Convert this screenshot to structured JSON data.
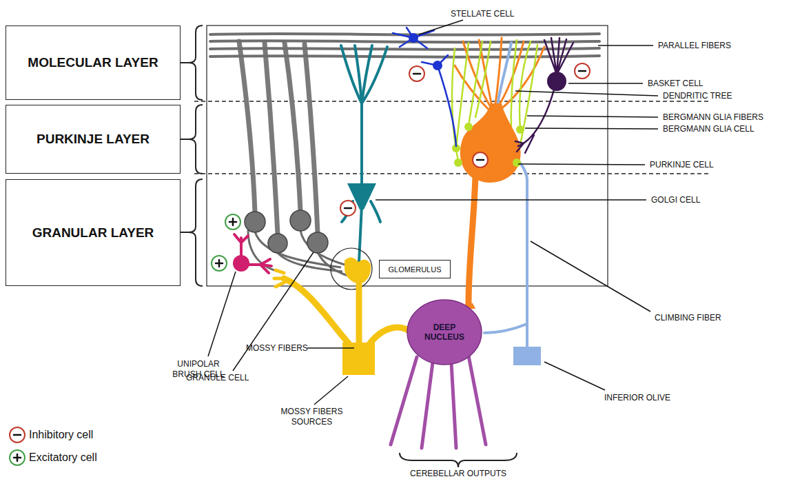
{
  "diagram": {
    "nodes": [
      {
        "text": [
          "MOLECULAR LAYER"
        ]
      },
      {
        "text": [
          "PURKINJE LAYER"
        ]
      },
      {
        "text": [
          "GRANULAR LAYER"
        ]
      },
      {
        "text": [
          "GLOMERULUS"
        ]
      },
      {
        "text": [
          "DEEP NUCLEUS"
        ]
      }
    ],
    "labels": [
      "STELLATE CELL",
      "PARALLEL FIBERS",
      "BASKET CELL",
      "DENDRITIC TREE",
      "BERGMANN GLIA FIBERS",
      "BERGMANN GLIA CELL",
      "PURKINJE CELL",
      "GOLGI CELL",
      "UNIPOLAR BRUSH CELL",
      "MOSSY FIBERS",
      "CLIMBING FIBER",
      "GRANULE CELL",
      "MOSSY FIBERS SOURCES",
      "INFERIOR OLIVE",
      "CEREBELLAR OUTPUTS"
    ],
    "legend": [
      {
        "text": "Inhibitory cell"
      },
      {
        "text": "Excitatory cell"
      }
    ]
  }
}
